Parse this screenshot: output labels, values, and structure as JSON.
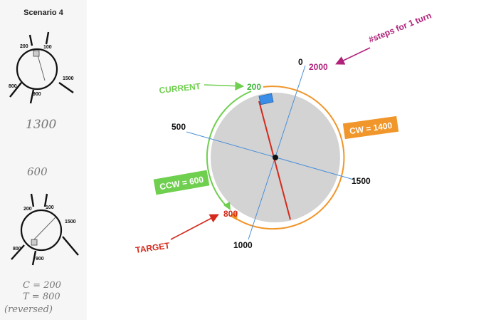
{
  "sidebar": {
    "title": "Scenario 4",
    "dial1": {
      "labels": [
        "200",
        "100",
        "1500",
        "800",
        "900"
      ]
    },
    "note1": "1300",
    "note2": "600",
    "dial2": {
      "labels": [
        "200",
        "100",
        "1500",
        "800",
        "900"
      ]
    },
    "note3": "C = 200",
    "note4": "T = 800",
    "note5": "(reversed)"
  },
  "diagram": {
    "tick_0": "0",
    "tick_2000": "2000",
    "tick_500": "500",
    "tick_1500": "1500",
    "tick_1000": "1000",
    "current_value": "200",
    "target_value": "800",
    "steps_note": "#steps for 1 turn",
    "current_label": "CURRENT",
    "target_label": "TARGET",
    "cw_label": "CW = 1400",
    "ccw_label": "CCW = 600",
    "colors": {
      "cw": "#f0962a",
      "ccw": "#6fcf4f",
      "current": "#3fb53a",
      "target": "#d42a1c",
      "steps": "#b0227a",
      "axis": "#4a90d9",
      "disc": "#d3d3d3",
      "marker": "#3a8ee8"
    }
  }
}
